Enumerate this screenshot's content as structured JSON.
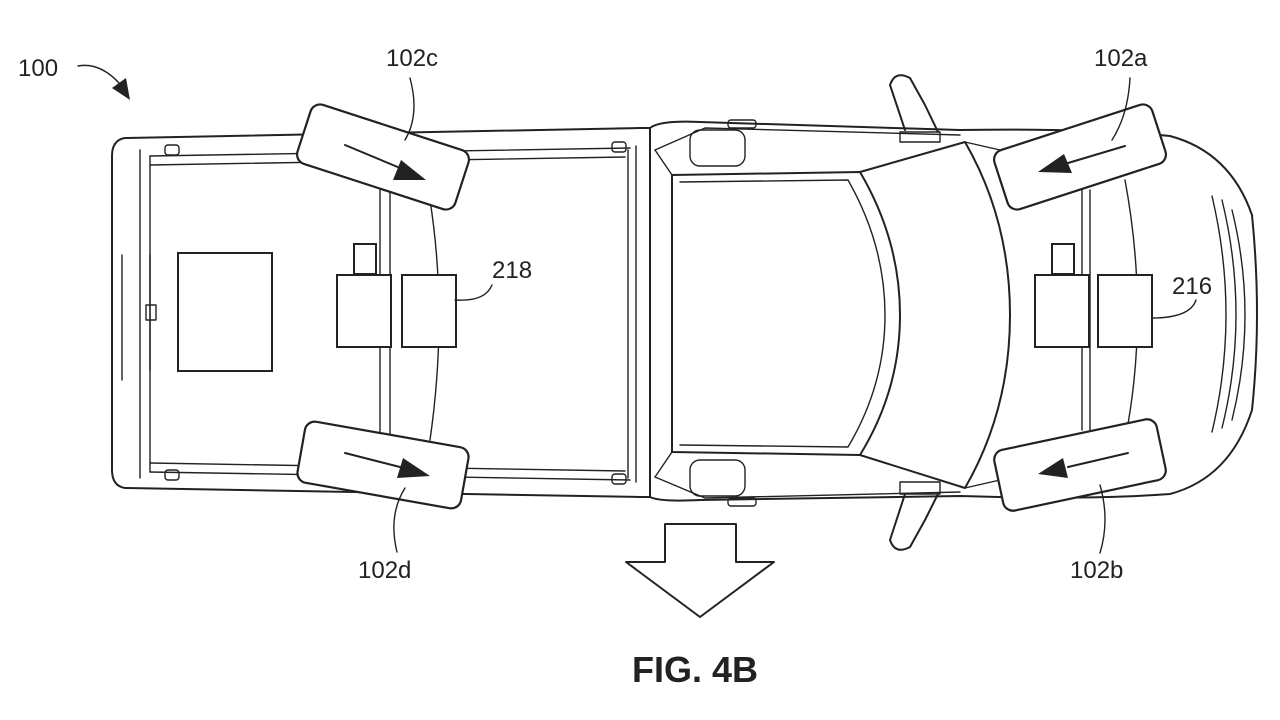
{
  "figure": {
    "title": "FIG. 4B",
    "reference_labels": {
      "vehicle": "100",
      "wheel_front_top": "102a",
      "wheel_front_bottom": "102b",
      "wheel_rear_top": "102c",
      "wheel_rear_bottom": "102d",
      "front_drive_unit": "216",
      "rear_drive_unit": "218"
    }
  },
  "colors": {
    "line": "#222222",
    "background": "#ffffff"
  },
  "icons": {
    "direction": "down-arrow-outline-icon",
    "wheel_motion": "diagonal-arrow-icon"
  }
}
